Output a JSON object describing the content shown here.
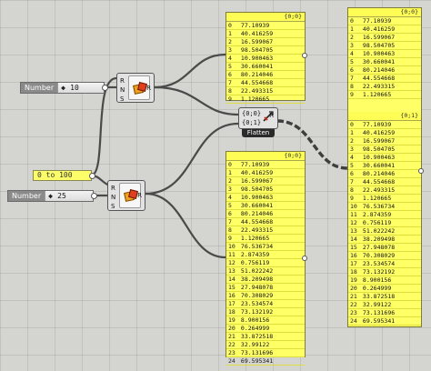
{
  "sliders": [
    {
      "name": "count-slider",
      "label": "Number",
      "knob": "◆",
      "value": "10"
    },
    {
      "name": "count-slider-2",
      "label": "Number",
      "knob": "◆",
      "value": "25"
    }
  ],
  "range_panel": {
    "text": "0 to 100"
  },
  "random_components": [
    {
      "inputs": [
        "R",
        "N",
        "S"
      ],
      "output": "R"
    },
    {
      "inputs": [
        "R",
        "N",
        "S"
      ],
      "output": "R"
    }
  ],
  "flatten": {
    "inputs": [
      "{0;0}",
      "{0;1}"
    ],
    "output": "R",
    "caption": "Flatten"
  },
  "panels": {
    "top_mid": {
      "path": "{0;0}",
      "rows": [
        {
          "i": "0",
          "v": "77.10939"
        },
        {
          "i": "1",
          "v": "40.416259"
        },
        {
          "i": "2",
          "v": "16.599067"
        },
        {
          "i": "3",
          "v": "98.504705"
        },
        {
          "i": "4",
          "v": "10.900463"
        },
        {
          "i": "5",
          "v": "30.660041"
        },
        {
          "i": "6",
          "v": "80.214046"
        },
        {
          "i": "7",
          "v": "44.554668"
        },
        {
          "i": "8",
          "v": "22.493315"
        },
        {
          "i": "9",
          "v": "1.120665"
        }
      ]
    },
    "bottom_mid": {
      "path": "{0;0}",
      "rows": [
        {
          "i": "0",
          "v": "77.10939"
        },
        {
          "i": "1",
          "v": "40.416259"
        },
        {
          "i": "2",
          "v": "16.599067"
        },
        {
          "i": "3",
          "v": "98.504705"
        },
        {
          "i": "4",
          "v": "10.900463"
        },
        {
          "i": "5",
          "v": "30.660041"
        },
        {
          "i": "6",
          "v": "80.214046"
        },
        {
          "i": "7",
          "v": "44.554668"
        },
        {
          "i": "8",
          "v": "22.493315"
        },
        {
          "i": "9",
          "v": "1.120665"
        },
        {
          "i": "10",
          "v": "76.536734"
        },
        {
          "i": "11",
          "v": "2.874359"
        },
        {
          "i": "12",
          "v": "0.756119"
        },
        {
          "i": "13",
          "v": "51.022242"
        },
        {
          "i": "14",
          "v": "38.209498"
        },
        {
          "i": "15",
          "v": "27.948078"
        },
        {
          "i": "16",
          "v": "70.308029"
        },
        {
          "i": "17",
          "v": "23.534574"
        },
        {
          "i": "18",
          "v": "73.132192"
        },
        {
          "i": "19",
          "v": "8.900156"
        },
        {
          "i": "20",
          "v": "0.264999"
        },
        {
          "i": "21",
          "v": "33.872518"
        },
        {
          "i": "22",
          "v": "32.99122"
        },
        {
          "i": "23",
          "v": "73.131696"
        },
        {
          "i": "24",
          "v": "69.595341"
        }
      ]
    },
    "right_top": {
      "path": "{0;0}",
      "rows": [
        {
          "i": "0",
          "v": "77.10939"
        },
        {
          "i": "1",
          "v": "40.416259"
        },
        {
          "i": "2",
          "v": "16.599067"
        },
        {
          "i": "3",
          "v": "98.504705"
        },
        {
          "i": "4",
          "v": "10.900463"
        },
        {
          "i": "5",
          "v": "30.660041"
        },
        {
          "i": "6",
          "v": "80.214046"
        },
        {
          "i": "7",
          "v": "44.554668"
        },
        {
          "i": "8",
          "v": "22.493315"
        },
        {
          "i": "9",
          "v": "1.120665"
        }
      ]
    },
    "right_bottom": {
      "path": "{0;1}",
      "rows": [
        {
          "i": "0",
          "v": "77.10939"
        },
        {
          "i": "1",
          "v": "40.416259"
        },
        {
          "i": "2",
          "v": "16.599067"
        },
        {
          "i": "3",
          "v": "98.504705"
        },
        {
          "i": "4",
          "v": "10.900463"
        },
        {
          "i": "5",
          "v": "30.660041"
        },
        {
          "i": "6",
          "v": "80.214046"
        },
        {
          "i": "7",
          "v": "44.554668"
        },
        {
          "i": "8",
          "v": "22.493315"
        },
        {
          "i": "9",
          "v": "1.120665"
        },
        {
          "i": "10",
          "v": "76.536734"
        },
        {
          "i": "11",
          "v": "2.874359"
        },
        {
          "i": "12",
          "v": "0.756119"
        },
        {
          "i": "13",
          "v": "51.022242"
        },
        {
          "i": "14",
          "v": "38.209498"
        },
        {
          "i": "15",
          "v": "27.948078"
        },
        {
          "i": "16",
          "v": "70.308029"
        },
        {
          "i": "17",
          "v": "23.534574"
        },
        {
          "i": "18",
          "v": "73.132192"
        },
        {
          "i": "19",
          "v": "8.900156"
        },
        {
          "i": "20",
          "v": "0.264999"
        },
        {
          "i": "21",
          "v": "33.872518"
        },
        {
          "i": "22",
          "v": "32.99122"
        },
        {
          "i": "23",
          "v": "73.131696"
        },
        {
          "i": "24",
          "v": "69.595341"
        }
      ]
    }
  },
  "colors": {
    "panel": "#ffff66",
    "canvas": "#d4d4d0",
    "wire": "#4a4a4a"
  }
}
